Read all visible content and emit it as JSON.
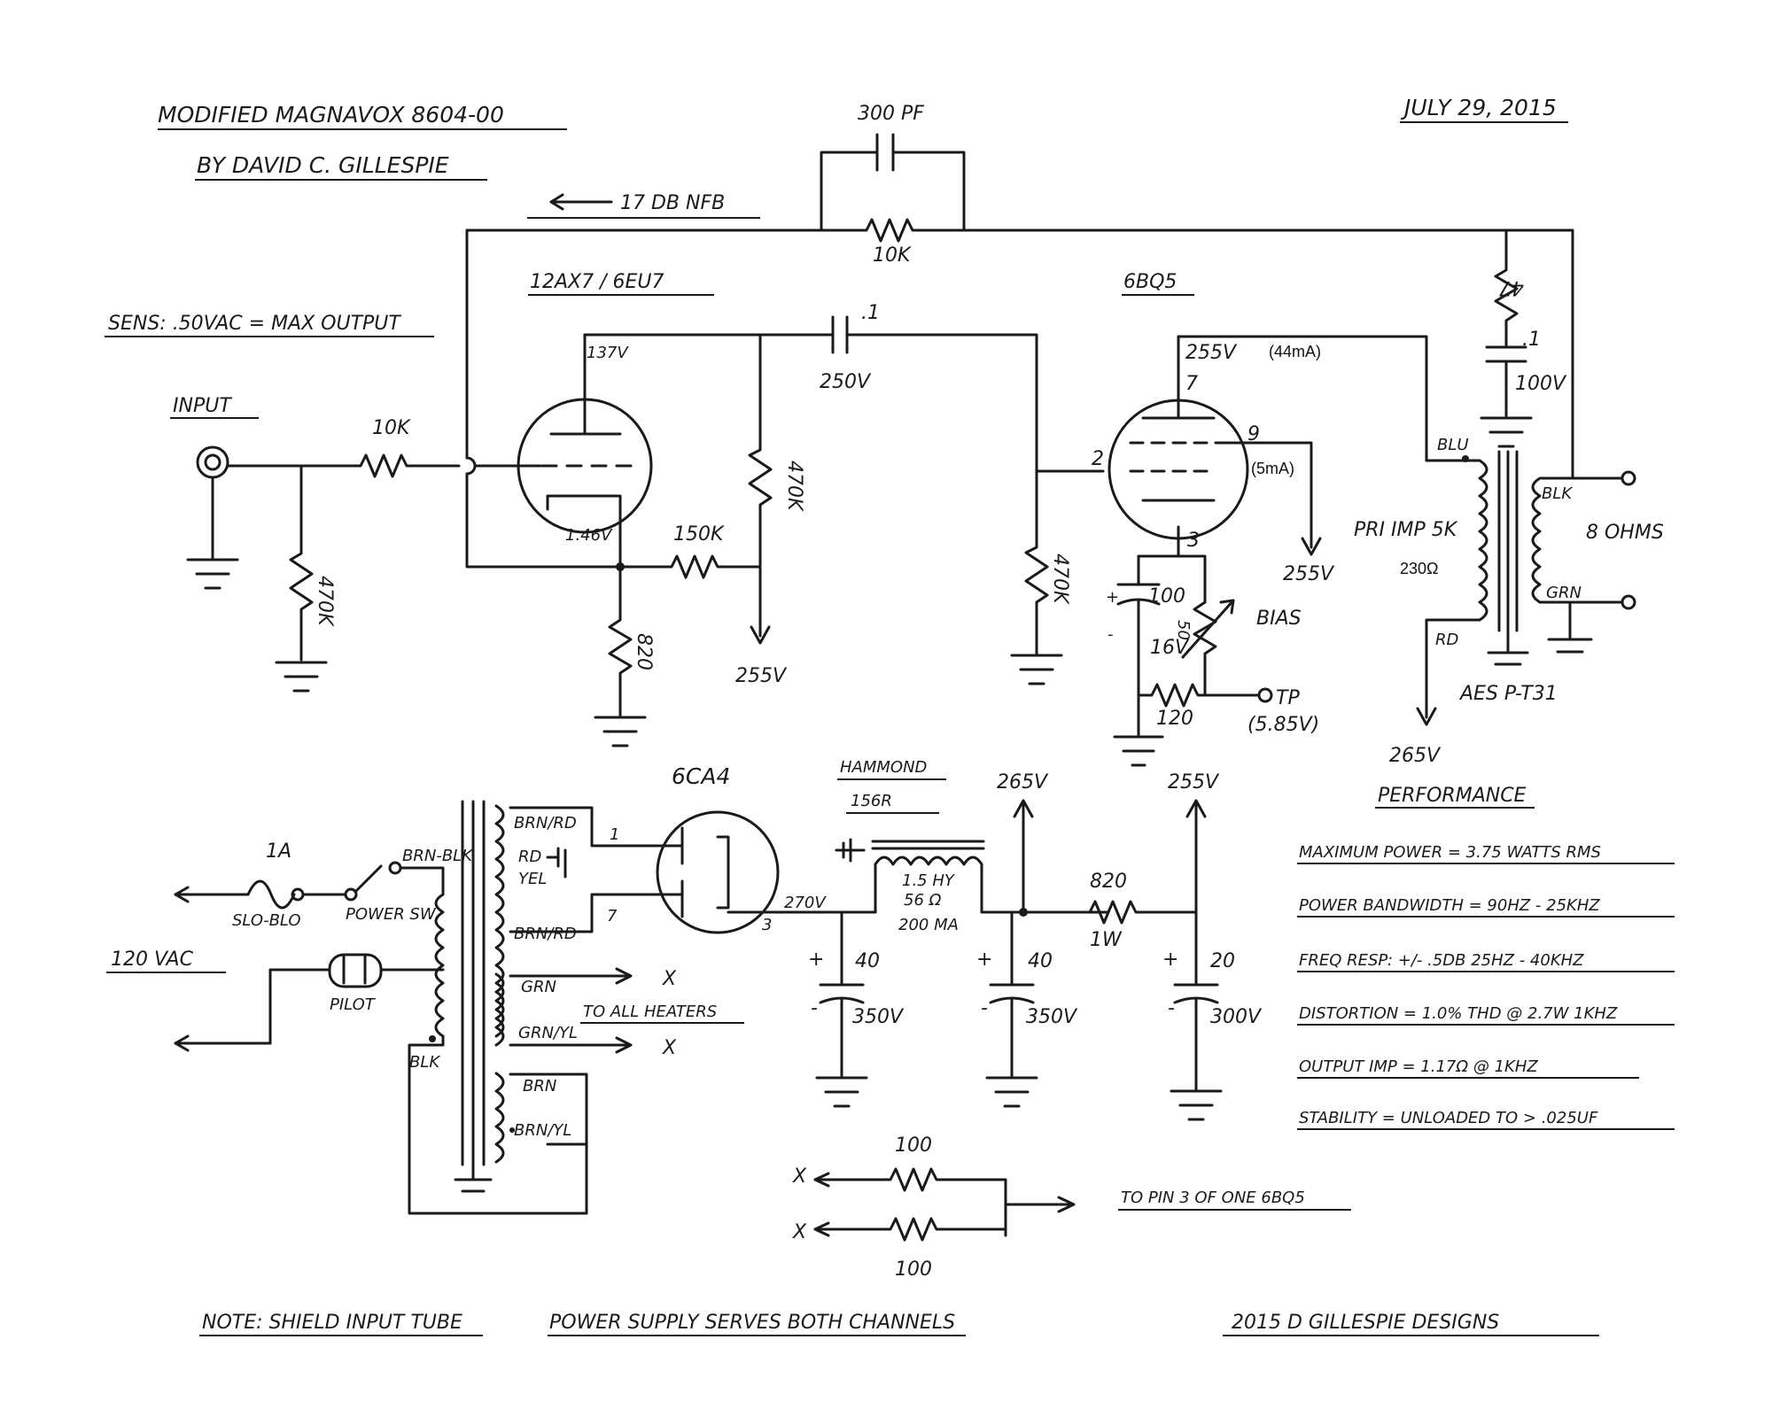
{
  "header": {
    "title": "MODIFIED MAGNAVOX 8604-00",
    "author": "BY DAVID C. GILLESPIE",
    "date": "JULY 29, 2015"
  },
  "notes": {
    "sens": "SENS: .50VAC = MAX OUTPUT",
    "nfb": "17 DB NFB",
    "shield": "NOTE: SHIELD INPUT TUBE",
    "psu": "POWER SUPPLY SERVES BOTH CHANNELS",
    "credit": "2015 D GILLESPIE DESIGNS"
  },
  "amp": {
    "input_label": "INPUT",
    "r_in_series": "10K",
    "r_in_grid": "470K",
    "tube1": "12AX7 / 6EU7",
    "tube1_plate_v": "137V",
    "tube1_cathode_v": "1.46V",
    "r_cathode1": "820",
    "r_fb": "150K",
    "r_plate1": "470K",
    "b_plus_1": "255V",
    "c_couple": ".1",
    "c_couple_v": "250V",
    "c_nfb": "300 PF",
    "r_nfb": "10K",
    "tube2": "6BQ5",
    "tube2_plate_v": "255V",
    "tube2_plate_i": "(44mA)",
    "tube2_pin_plate": "7",
    "tube2_pin_grid": "2",
    "tube2_pin_screen": "9",
    "tube2_pin_cathode": "3",
    "tube2_screen_i": "(5mA)",
    "tube2_screen_v": "255V",
    "r_grid2": "470K",
    "c_cath_val": "100",
    "c_cath_v": "16V",
    "pot_bias_val": "50",
    "pot_bias_label": "BIAS",
    "r_cath2": "120",
    "tp_label": "TP",
    "tp_v": "(5.85V)",
    "r_zobel": "47",
    "c_zobel": ".1",
    "c_zobel_v": "100V",
    "ot_blu": "BLU",
    "ot_blk": "BLK",
    "ot_grn": "GRN",
    "ot_rd": "RD",
    "ot_pri": "PRI IMP 5K",
    "ot_dcr": "230Ω",
    "ot_out": "8 OHMS",
    "ot_model": "AES  P-T31",
    "b_plus_ot": "265V"
  },
  "psu": {
    "mains": "120 VAC",
    "fuse": "1A",
    "fuse_type": "SLO-BLO",
    "switch": "POWER SW",
    "pilot": "PILOT",
    "brn_blk": "BRN-BLK",
    "blk": "BLK",
    "sec_brn_rd_1": "BRN/RD",
    "sec_rd_yel_1": "RD",
    "sec_rd_yel_2": "YEL",
    "sec_brn_rd_2": "BRN/RD",
    "sec_grn": "GRN",
    "sec_grn_yl": "GRN/YL",
    "sec_brn": "BRN",
    "sec_brn_yl": "BRN/YL",
    "heaters": "TO ALL HEATERS",
    "rect": "6CA4",
    "rect_pin1": "1",
    "rect_pin7": "7",
    "rect_pin3": "3",
    "rect_out_v": "270V",
    "choke_brand": "HAMMOND",
    "choke_model": "156R",
    "choke_l": "1.5 HY",
    "choke_r": "56 Ω",
    "choke_i": "200 MA",
    "c1_val": "40",
    "c1_v": "350V",
    "c2_val": "40",
    "c2_v": "350V",
    "node_265": "265V",
    "r_drop": "820",
    "r_drop_w": "1W",
    "node_255": "255V",
    "c3_val": "20",
    "c3_v": "300V",
    "hum_r1": "100",
    "hum_r2": "100",
    "hum_to": "TO PIN 3 OF ONE 6BQ5",
    "x": "X"
  },
  "performance": {
    "title": "PERFORMANCE",
    "lines": [
      "MAXIMUM POWER = 3.75 WATTS RMS",
      "POWER BANDWIDTH = 90HZ - 25KHZ",
      "FREQ RESP: +/- .5DB 25HZ - 40KHZ",
      "DISTORTION = 1.0% THD @ 2.7W 1KHZ",
      "OUTPUT IMP = 1.17Ω @ 1KHZ",
      "STABILITY = UNLOADED TO > .025UF"
    ]
  }
}
